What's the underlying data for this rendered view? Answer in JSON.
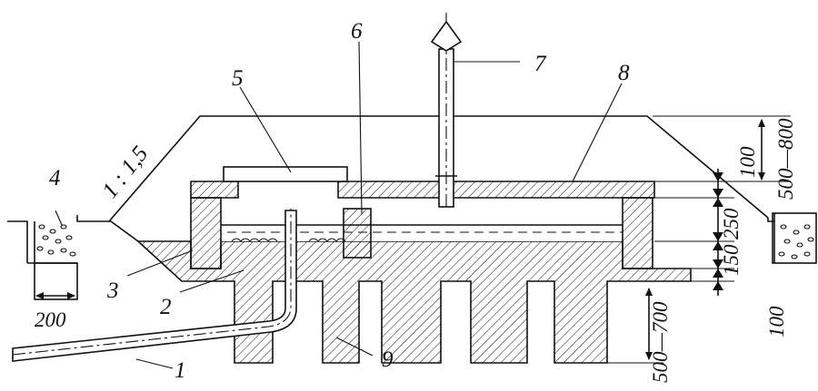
{
  "diagram": {
    "callouts": {
      "n1": "1",
      "n2": "2",
      "n3": "3",
      "n4": "4",
      "n5": "5",
      "n6": "6",
      "n7": "7",
      "n8": "8",
      "n9": "9"
    },
    "slope": "1 : 1,5",
    "dimensions": {
      "d200": "200",
      "d100_top": "100",
      "d500_800": "500—800",
      "d250": "250",
      "d150": "150",
      "d100_bottom": "100",
      "d500_700": "500—700"
    }
  }
}
